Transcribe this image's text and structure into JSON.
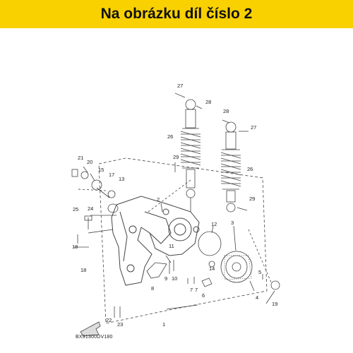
{
  "header": {
    "title": "Na obrázku díl číslo 2",
    "bg_color": "#f9d100"
  },
  "diagram": {
    "callouts": [
      "27",
      "28",
      "28",
      "27",
      "26",
      "26",
      "29",
      "29",
      "21",
      "20",
      "15",
      "17",
      "13",
      "2",
      "25",
      "24",
      "18",
      "18",
      "11",
      "10",
      "9",
      "8",
      "12",
      "14",
      "3",
      "5",
      "4",
      "7",
      "7",
      "6",
      "19",
      "22",
      "23",
      "1"
    ],
    "reference_code": "BX91300DV180",
    "front_arrow_icon": "front-arrow-icon"
  }
}
